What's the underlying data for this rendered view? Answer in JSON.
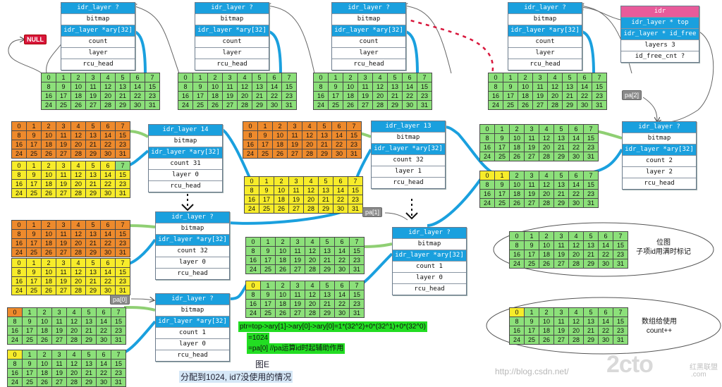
{
  "colors": {
    "node_header": "#1aa0de",
    "root_header": "#e85b9a",
    "green": "#8ce07a",
    "orange": "#ee8a2c",
    "yellow": "#f7ec2a",
    "wire": "#1aa0de",
    "wire_green": "#8fcf73",
    "red": "#d8173c"
  },
  "grid_numbers": [
    "0",
    "1",
    "2",
    "3",
    "4",
    "5",
    "6",
    "7",
    "8",
    "9",
    "10",
    "11",
    "12",
    "13",
    "14",
    "15",
    "16",
    "17",
    "18",
    "19",
    "20",
    "21",
    "22",
    "23",
    "24",
    "25",
    "26",
    "27",
    "28",
    "29",
    "30",
    "31"
  ],
  "root": {
    "title": "idr",
    "rows": [
      "idr_layer * top",
      "idr_layer * id_free",
      "layers 3",
      "id_free_cnt ?"
    ]
  },
  "nodes": [
    {
      "id": "n1",
      "rows": [
        "idr_layer ?",
        "bitmap",
        "idr_layer *ary[32]",
        "count",
        "layer",
        "rcu_head"
      ]
    },
    {
      "id": "n2",
      "rows": [
        "idr_layer ?",
        "bitmap",
        "idr_layer *ary[32]",
        "count",
        "layer",
        "rcu_head"
      ]
    },
    {
      "id": "n3",
      "rows": [
        "idr_layer ?",
        "bitmap",
        "idr_layer *ary[32]",
        "count",
        "layer",
        "rcu_head"
      ]
    },
    {
      "id": "n4",
      "rows": [
        "idr_layer ?",
        "bitmap",
        "idr_layer *ary[32]",
        "count",
        "layer",
        "rcu_head"
      ]
    },
    {
      "id": "n5",
      "rows": [
        "idr_layer 14",
        "bitmap",
        "idr_layer *ary[32]",
        "count 31",
        "layer 0",
        "rcu_head"
      ]
    },
    {
      "id": "n6",
      "rows": [
        "idr_layer 13",
        "bitmap",
        "idr_layer *ary[32]",
        "count 32",
        "layer 1",
        "rcu_head"
      ]
    },
    {
      "id": "n7",
      "rows": [
        "idr_layer ?",
        "bitmap",
        "idr_layer *ary[32]",
        "count 2",
        "layer 2",
        "rcu_head"
      ]
    },
    {
      "id": "n8",
      "rows": [
        "idr_layer ?",
        "bitmap",
        "idr_layer *ary[32]",
        "count 32",
        "layer 0",
        "rcu_head"
      ]
    },
    {
      "id": "n9",
      "rows": [
        "idr_layer ?",
        "bitmap",
        "idr_layer *ary[32]",
        "count 1",
        "layer 0",
        "rcu_head"
      ]
    },
    {
      "id": "n10",
      "rows": [
        "idr_layer ?",
        "bitmap",
        "idr_layer *ary[32]",
        "count 1",
        "layer 0",
        "rcu_head"
      ]
    }
  ],
  "tags": {
    "null": "NULL",
    "pa2": "pa[2]",
    "pa1": "pa[1]",
    "pa0": "pa[0]"
  },
  "legend_bitmap": {
    "line1": "位图",
    "line2": "子项id用满时标记"
  },
  "legend_count": {
    "line1": "数组给使用",
    "line2": "count++"
  },
  "note_lines": [
    "ptr=top->ary[1]->ary[0]->ary[0]=1*(32^2)+0*(32^1)+0*(32^0)",
    "=1024",
    "=pa[0]  //pa运算id时起辅助作用"
  ],
  "caption": {
    "title": "图E",
    "subtitle": "分配到1024, id7没使用的情况"
  },
  "watermark": {
    "url": "http://blog.csdn.net/",
    "brand": "2cto",
    "brand_cn": "红黑联盟",
    "domain": ".com"
  }
}
